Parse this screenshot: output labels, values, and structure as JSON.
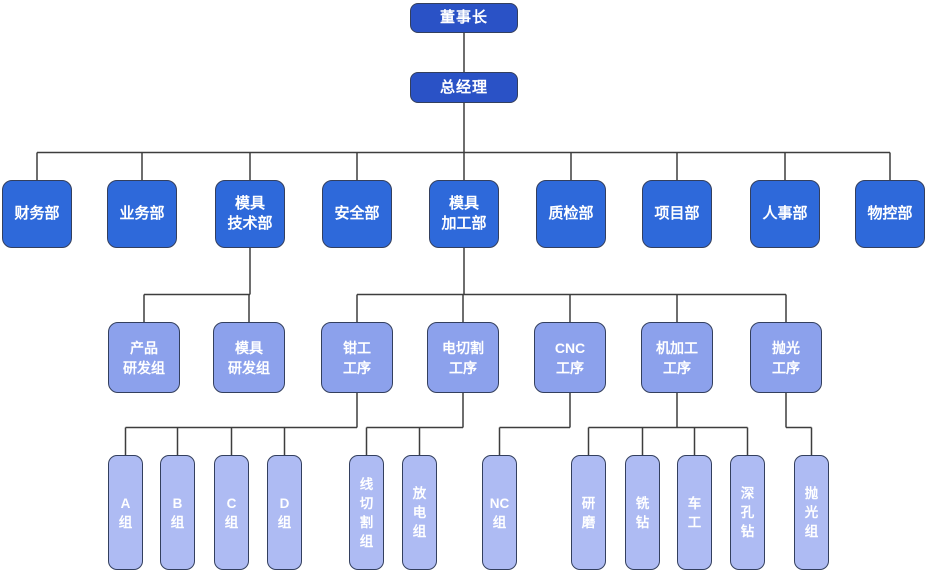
{
  "diagram": {
    "type": "org-chart",
    "colors": {
      "background": "#ffffff",
      "level1_fill": "#2a52c6",
      "level2_fill": "#2e69da",
      "level3_fill": "#8ca1ec",
      "level4_fill": "#aebbf3",
      "node_border": "#333f5e",
      "node_text": "#ffffff",
      "connector": "#3d3d3d"
    },
    "nodes": [
      {
        "id": "chairman",
        "label": "董事长",
        "lines": [
          "董事长"
        ],
        "level": 1
      },
      {
        "id": "gm",
        "label": "总经理",
        "lines": [
          "总经理"
        ],
        "level": 1
      },
      {
        "id": "finance",
        "label": "财务部",
        "lines": [
          "财务部"
        ],
        "level": 2
      },
      {
        "id": "business",
        "label": "业务部",
        "lines": [
          "业务部"
        ],
        "level": 2
      },
      {
        "id": "mold-tech",
        "label": "模具技术部",
        "lines": [
          "模具",
          "技术部"
        ],
        "level": 2
      },
      {
        "id": "safety",
        "label": "安全部",
        "lines": [
          "安全部"
        ],
        "level": 2
      },
      {
        "id": "mold-proc",
        "label": "模具加工部",
        "lines": [
          "模具",
          "加工部"
        ],
        "level": 2
      },
      {
        "id": "qc",
        "label": "质检部",
        "lines": [
          "质检部"
        ],
        "level": 2
      },
      {
        "id": "project",
        "label": "项目部",
        "lines": [
          "项目部"
        ],
        "level": 2
      },
      {
        "id": "hr",
        "label": "人事部",
        "lines": [
          "人事部"
        ],
        "level": 2
      },
      {
        "id": "material",
        "label": "物控部",
        "lines": [
          "物控部"
        ],
        "level": 2
      },
      {
        "id": "product-rd",
        "label": "产品研发组",
        "lines": [
          "产品",
          "研发组"
        ],
        "level": 3
      },
      {
        "id": "mold-rd",
        "label": "模具研发组",
        "lines": [
          "模具",
          "研发组"
        ],
        "level": 3
      },
      {
        "id": "fitter",
        "label": "钳工工序",
        "lines": [
          "钳工",
          "工序"
        ],
        "level": 3
      },
      {
        "id": "edm-cut",
        "label": "电切割工序",
        "lines": [
          "电切割",
          "工序"
        ],
        "level": 3
      },
      {
        "id": "cnc",
        "label": "CNC工序",
        "lines": [
          "CNC",
          "工序"
        ],
        "level": 3
      },
      {
        "id": "machining",
        "label": "机加工工序",
        "lines": [
          "机加工",
          "工序"
        ],
        "level": 3
      },
      {
        "id": "polish-proc",
        "label": "抛光工序",
        "lines": [
          "抛光",
          "工序"
        ],
        "level": 3
      },
      {
        "id": "group-a",
        "label": "A组",
        "lines": [
          "A",
          "组"
        ],
        "level": 4
      },
      {
        "id": "group-b",
        "label": "B组",
        "lines": [
          "B",
          "组"
        ],
        "level": 4
      },
      {
        "id": "group-c",
        "label": "C组",
        "lines": [
          "C",
          "组"
        ],
        "level": 4
      },
      {
        "id": "group-d",
        "label": "D组",
        "lines": [
          "D",
          "组"
        ],
        "level": 4
      },
      {
        "id": "wire-cut",
        "label": "线切割组",
        "lines": [
          "线",
          "切",
          "割",
          "组"
        ],
        "level": 4
      },
      {
        "id": "discharge",
        "label": "放电组",
        "lines": [
          "放",
          "电",
          "组"
        ],
        "level": 4
      },
      {
        "id": "nc-group",
        "label": "NC组",
        "lines": [
          "NC",
          "组"
        ],
        "level": 4
      },
      {
        "id": "grinding",
        "label": "研磨",
        "lines": [
          "研",
          "磨"
        ],
        "level": 4
      },
      {
        "id": "mill-drill",
        "label": "铣钻",
        "lines": [
          "铣",
          "钻"
        ],
        "level": 4
      },
      {
        "id": "lathe",
        "label": "车工",
        "lines": [
          "车",
          "工"
        ],
        "level": 4
      },
      {
        "id": "deep-hole",
        "label": "深孔钻",
        "lines": [
          "深",
          "孔",
          "钻"
        ],
        "level": 4
      },
      {
        "id": "polish-group",
        "label": "抛光组",
        "lines": [
          "抛",
          "光",
          "组"
        ],
        "level": 4
      }
    ],
    "edges": [
      [
        "chairman",
        "gm"
      ],
      [
        "gm",
        "finance"
      ],
      [
        "gm",
        "business"
      ],
      [
        "gm",
        "mold-tech"
      ],
      [
        "gm",
        "safety"
      ],
      [
        "gm",
        "mold-proc"
      ],
      [
        "gm",
        "qc"
      ],
      [
        "gm",
        "project"
      ],
      [
        "gm",
        "hr"
      ],
      [
        "gm",
        "material"
      ],
      [
        "mold-tech",
        "product-rd"
      ],
      [
        "mold-tech",
        "mold-rd"
      ],
      [
        "mold-proc",
        "fitter"
      ],
      [
        "mold-proc",
        "edm-cut"
      ],
      [
        "mold-proc",
        "cnc"
      ],
      [
        "mold-proc",
        "machining"
      ],
      [
        "mold-proc",
        "polish-proc"
      ],
      [
        "fitter",
        "group-a"
      ],
      [
        "fitter",
        "group-b"
      ],
      [
        "fitter",
        "group-c"
      ],
      [
        "fitter",
        "group-d"
      ],
      [
        "edm-cut",
        "wire-cut"
      ],
      [
        "edm-cut",
        "discharge"
      ],
      [
        "cnc",
        "nc-group"
      ],
      [
        "machining",
        "grinding"
      ],
      [
        "machining",
        "mill-drill"
      ],
      [
        "machining",
        "lathe"
      ],
      [
        "machining",
        "deep-hole"
      ],
      [
        "polish-proc",
        "polish-group"
      ]
    ]
  }
}
